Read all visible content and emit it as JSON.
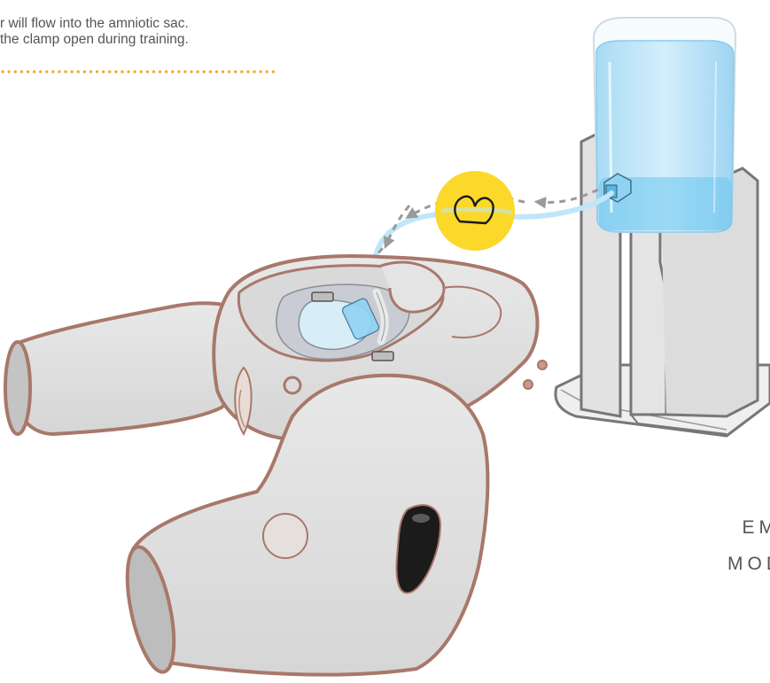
{
  "caption": {
    "line1": "r will flow into the amniotic sac.",
    "line2": "the clamp open during training."
  },
  "callout": {
    "marker_icon": "clamp-open-icon"
  },
  "side_text": {
    "line1": "EM",
    "line2": "MOD"
  },
  "colors": {
    "accent_dots": "#f5a623",
    "callout_circle": "#fbd82a",
    "water": "#bfe6fa",
    "water_dark": "#6cc6ef",
    "body_fill": "#e2e2e2",
    "body_outline": "#a8786a",
    "stand_fill": "#e0e0e0",
    "stand_outline": "#777777",
    "arrow": "#9a9a9a"
  }
}
